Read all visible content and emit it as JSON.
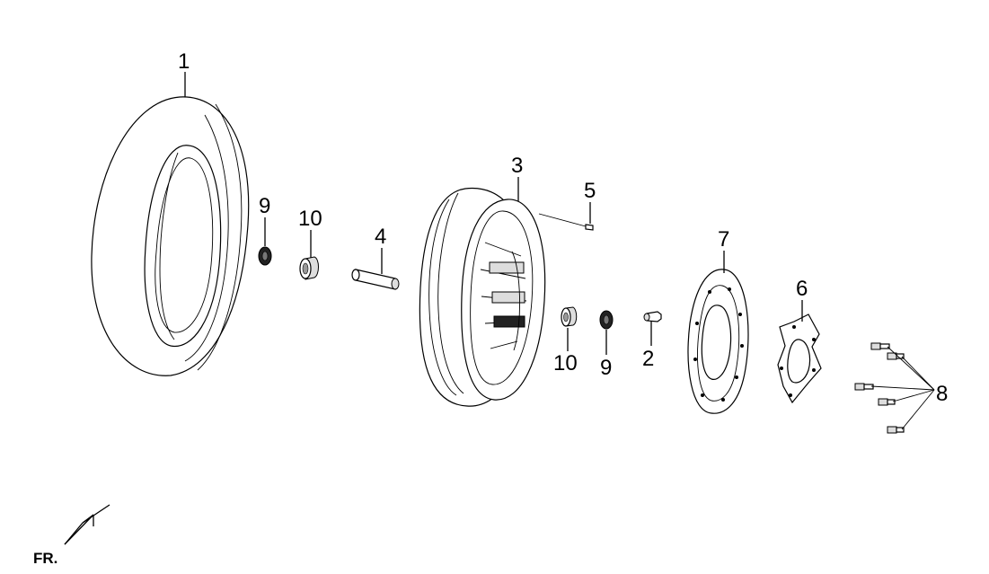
{
  "labels": {
    "tire": "1",
    "valve_2": "2",
    "wheel_rim": "3",
    "axle_sleeve": "4",
    "valve_5": "5",
    "disc_bracket": "6",
    "brake_disc": "7",
    "bolts": "8",
    "oil_seal_left": "9",
    "bearing_left": "10",
    "bearing_right": "10",
    "oil_seal_right": "9"
  },
  "front_marker": "FR."
}
